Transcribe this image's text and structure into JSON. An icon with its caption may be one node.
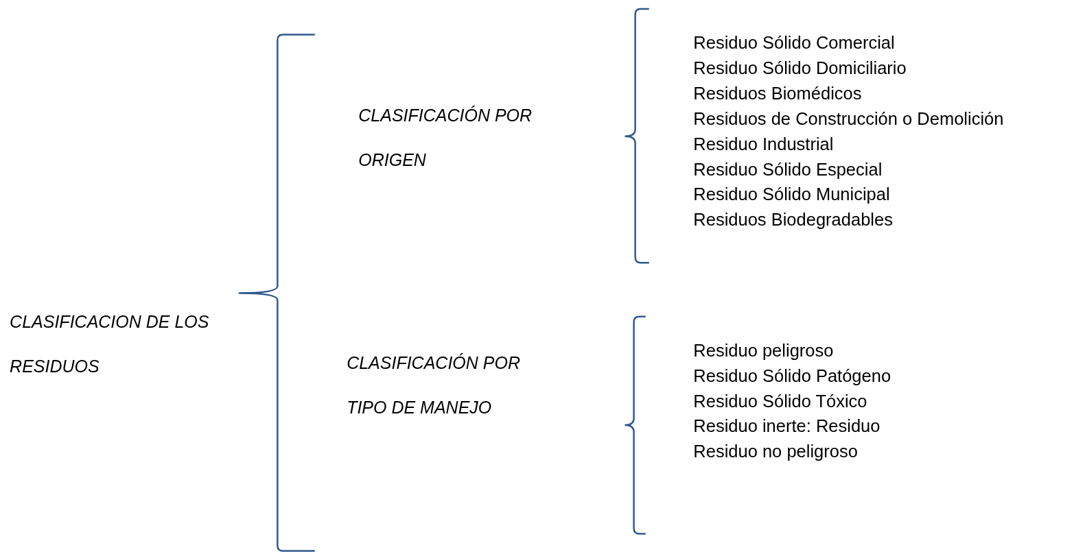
{
  "diagram": {
    "labels": [
      "CLASIFICACION DE LOS RESIDUOS",
      "CLASIFICACIÓN POR ORIGEN",
      "Residuo Sólido Comercial",
      "Residuo Sólido Domiciliario",
      "Residuos Biomédicos",
      "Residuos de Construcción o Demolición",
      "Residuo Industrial",
      "Residuo Sólido Especial",
      "Residuo Sólido Municipal",
      "Residuos Biodegradables",
      "CLASIFICACIÓN POR TIPO DE MANEJO",
      "Residuo peligroso",
      "Residuo Sólido Patógeno",
      "Residuo Sólido Tóxico",
      "Residuo inerte: Residuo",
      "Residuo no peligroso"
    ]
  }
}
